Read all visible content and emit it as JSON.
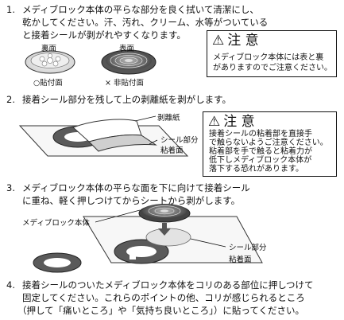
{
  "step1": {
    "number": "1.",
    "lines": [
      "メディブロック本体の平らな部分を良く拭いて清潔にし、",
      "乾かしてください。汗、汚れ、クリーム、水等がついている",
      "と接着シールが剥がれやすくなります。"
    ],
    "label_back": "裏面",
    "label_front": "表面",
    "label_adhesive": "○貼付面",
    "label_non_adhesive": "× 非貼付面",
    "caution": {
      "title": "注 意",
      "lines": [
        "メディブロック本体には表と裏",
        "がありますのでご注意ください。"
      ]
    }
  },
  "step2": {
    "number": "2.",
    "text": "接着シール部分を残して上の剥離紙を剥がします。",
    "label_release_paper": "剥離紙",
    "label_seal_part": "シール部分",
    "label_adhesive_surface": "粘着面",
    "caution": {
      "title": "注 意",
      "lines": [
        "接着シールの粘着部を直接手",
        "で触らないようご注意ください。",
        "粘着部を手で触ると粘着力が",
        "低下しメディブロック本体が",
        "落下する恐れがあります。"
      ]
    }
  },
  "step3": {
    "number": "3.",
    "lines": [
      "メディブロック本体の平らな面を下に向けて接着シール",
      "に重ね、軽く押しつけてからシートから剥がします。"
    ],
    "label_body": "メディブロック本体",
    "label_seal_part": "シール部分",
    "label_adhesive_surface": "粘着面"
  },
  "step4": {
    "number": "4.",
    "lines": [
      "接着シールのついたメディブロック本体をコリのある部位に押しつけて",
      "固定してください。これらのポイントの他、コリが感じられるところ",
      "（押して「痛いところ」や「気持ち良いところ」）に貼ってください。"
    ]
  }
}
